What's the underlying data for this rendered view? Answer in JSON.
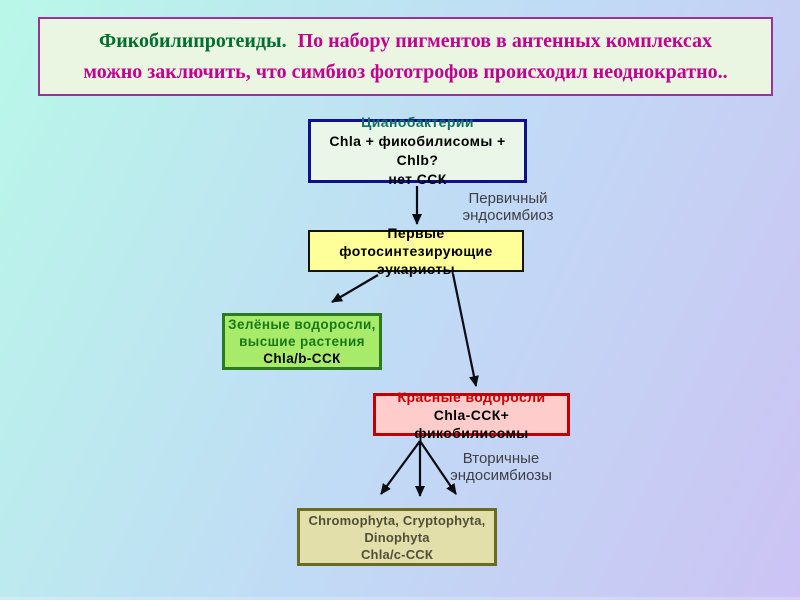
{
  "slide": {
    "title": {
      "lead": "Фикобилипротеиды.",
      "rest_line1": "По набору пигментов в антенных комплексах",
      "rest_line2": "можно заключить, что симбиоз фототрофов происходил неоднократно.."
    },
    "nodes": {
      "cyanobacteria": {
        "title": "Цианобактерии",
        "lines": [
          "Chla + фикобилисомы + Chlb?",
          "нет ССК"
        ]
      },
      "first_eukaryotes": {
        "lines": [
          "Первые фотосинтезирующие",
          "эукариоты"
        ]
      },
      "green_algae": {
        "title_line1": "Зелёные водоросли,",
        "title_line2": "высшие растения",
        "line3": "Chla/b-ССК"
      },
      "red_algae": {
        "title": "Красные водоросли",
        "lines": [
          "Chla-ССК+ фикобилисомы"
        ]
      },
      "secondary_hosts": {
        "lines": [
          "Chromophyta, Cryptophyta,",
          "Dinophyta",
          "Chla/c-ССК"
        ]
      }
    },
    "edge_labels": {
      "primary": [
        "Первичный",
        "эндосимбиоз"
      ],
      "secondary": [
        "Вторичные",
        "эндосимбиозы"
      ]
    },
    "palette": {
      "bg_top_left": "#b9f8e8",
      "bg_middle": "#c0dcf5",
      "bg_bottom_right": "#ccc3f4",
      "title_box_bg": "#eaf6e2",
      "title_box_border": "#993399",
      "title_lead_text": "#006e2e",
      "title_rest_text": "#c20090",
      "cyano_box_bg": "#eaf6e8",
      "cyano_box_border": "#10108c",
      "cyano_title_text": "#0b7068",
      "eukaryote_box_bg": "#ffff99",
      "eukaryote_box_border": "#141400",
      "green_box_bg": "#a8eb6b",
      "green_box_border": "#2a7a1f",
      "green_title_text": "#187818",
      "red_box_bg": "#ffcccc",
      "red_box_border": "#c00000",
      "red_title_text": "#cc0000",
      "host_box_bg": "#e2dfab",
      "host_box_border": "#6b6b23",
      "host_text": "#50503a",
      "body_text": "#000000",
      "edge_label_text": "#3f3f46",
      "arrow": "#0b0b14"
    }
  }
}
